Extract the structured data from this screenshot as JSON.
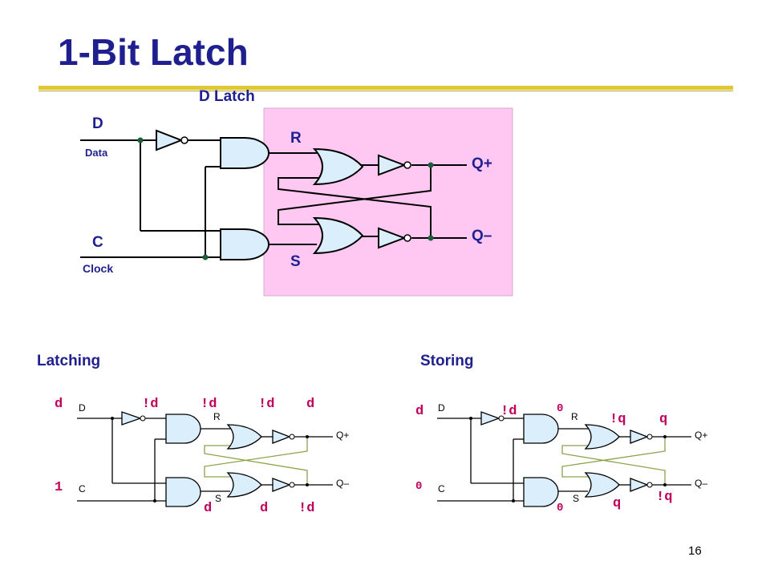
{
  "title": "1-Bit Latch",
  "latch": {
    "heading": "D Latch",
    "d": "D",
    "data": "Data",
    "c": "C",
    "clock": "Clock",
    "r": "R",
    "s": "S",
    "qplus": "Q+",
    "qminus": "Q–"
  },
  "latching": {
    "heading": "Latching",
    "d": "D",
    "c": "C",
    "r": "R",
    "s": "S",
    "qplus": "Q+",
    "qminus": "Q–",
    "values": {
      "d_in": "d",
      "inv_out": "!d",
      "and_top_out": "!d",
      "nor_top_out": "!d",
      "q_plus": "d",
      "c_in": "1",
      "and_bot_out": "d",
      "nor_bot_out": "d",
      "q_minus": "!d"
    }
  },
  "storing": {
    "heading": "Storing",
    "d": "D",
    "c": "C",
    "r": "R",
    "s": "S",
    "qplus": "Q+",
    "qminus": "Q–",
    "values": {
      "d_in": "d",
      "inv_out": "!d",
      "and_top_out": "0",
      "nor_top_out": "!q",
      "q_plus": "q",
      "c_in": "0",
      "and_bot_out": "0",
      "nor_bot_out": "q",
      "q_minus": "!q"
    }
  },
  "page_number": "16",
  "colors": {
    "title": "#1f1f8f",
    "rule": "#e0c832",
    "highlight": "#ffc8f2",
    "gate_fill": "#dbeefc",
    "signal": "#c0005a",
    "wire_highlight": "#8ca24a"
  }
}
